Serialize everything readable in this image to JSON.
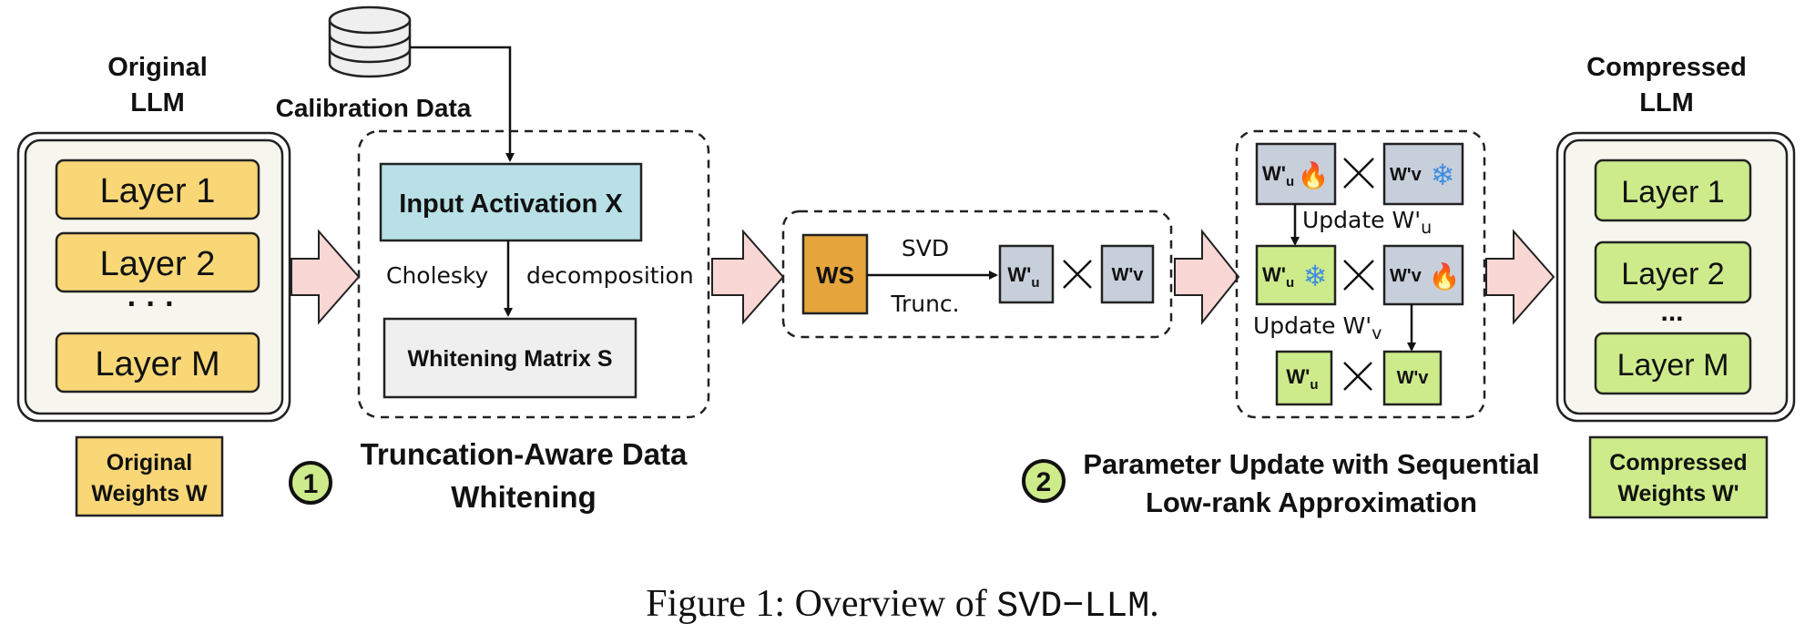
{
  "colors": {
    "layer_yellow": "#f9d777",
    "layer_green": "#cdeb8b",
    "activation_blue": "#b8e0e6",
    "matrix_gray": "#efefef",
    "ws_orange": "#e5a43c",
    "w_gray": "#c7cfdb",
    "w_green": "#cdeb8b",
    "arrow_pink": "#f8d7d4",
    "stack_bg": "#f6f6ee",
    "step_badge": "#cdeb8b"
  },
  "original": {
    "title_line1": "Original",
    "title_line2": "LLM",
    "layers": [
      "Layer 1",
      "Layer 2",
      "Layer M"
    ],
    "ellipsis": "· · ·",
    "weights_line1": "Original",
    "weights_line2": "Weights W"
  },
  "calibration": {
    "label": "Calibration Data",
    "icon": "database-icon"
  },
  "whitening": {
    "activation": "Input Activation X",
    "cholesky": "Cholesky",
    "decomposition": "decomposition",
    "matrix": "Whitening Matrix S",
    "step": "1",
    "title_line1": "Truncation-Aware Data",
    "title_line2": "Whitening"
  },
  "svd": {
    "ws": "WS",
    "svd_label": "SVD",
    "trunc_label": "Trunc.",
    "wu_base": "W'",
    "wu_sub": "u",
    "wv": "W'v",
    "times": "×"
  },
  "update": {
    "row1_left_base": "W'",
    "row1_left_sub": "u",
    "row1_right": "W'v",
    "update_u_label": "Update W'",
    "update_u_sub": "u",
    "row2_left_base": "W'",
    "row2_left_sub": "u",
    "row2_right": "W'v",
    "update_v_label": "Update W'",
    "update_v_sub": "v",
    "row3_left_base": "W'",
    "row3_left_sub": "u",
    "row3_right": "W'v",
    "flame_icon": "🔥",
    "snowflake_icon": "❄",
    "step": "2",
    "title_line1": "Parameter Update with Sequential",
    "title_line2": "Low-rank Approximation"
  },
  "compressed": {
    "title_line1": "Compressed",
    "title_line2": "LLM",
    "layers": [
      "Layer 1",
      "Layer 2",
      "Layer M"
    ],
    "ellipsis": "...",
    "weights_line1": "Compressed",
    "weights_line2": "Weights W'"
  },
  "caption": {
    "prefix": "Figure 1: Overview of ",
    "code": "SVD−LLM",
    "suffix": "."
  }
}
